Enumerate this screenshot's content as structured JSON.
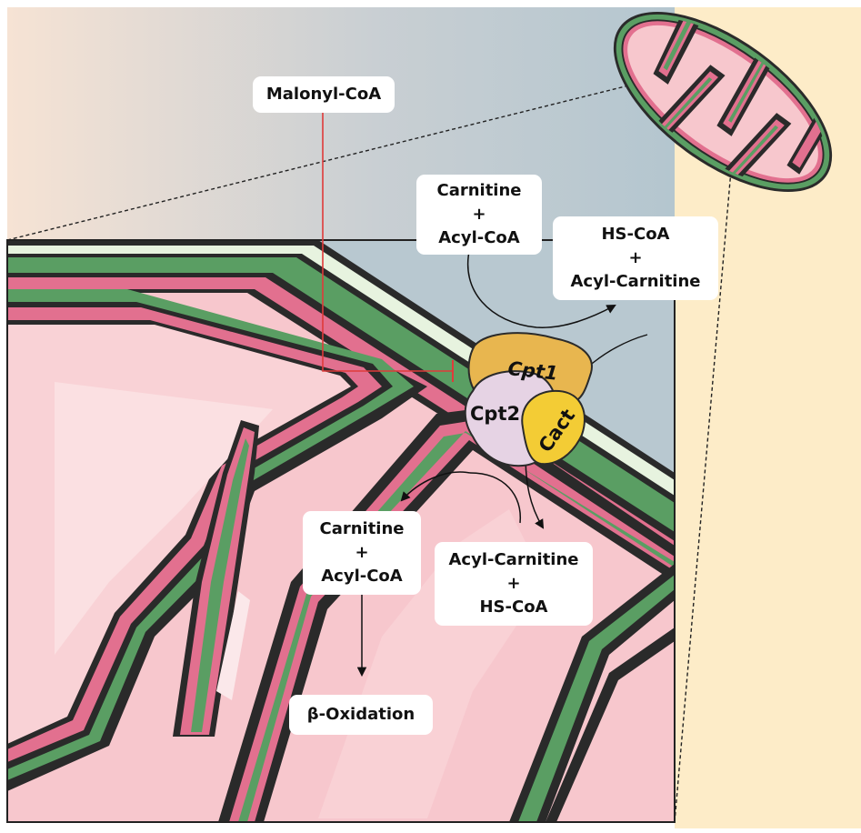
{
  "labels": {
    "malonyl": "Malonyl-CoA",
    "top_substrates": {
      "line1": "Carnitine",
      "plus": "+",
      "line2": "Acyl-CoA"
    },
    "top_products": {
      "line1": "HS-CoA",
      "plus": "+",
      "line2": "Acyl-Carnitine"
    },
    "bottom_left": {
      "line1": "Carnitine",
      "plus": "+",
      "line2": "Acyl-CoA"
    },
    "bottom_right": {
      "line1": "Acyl-Carnitine",
      "plus": "+",
      "line2": "HS-CoA"
    },
    "beta_oxidation": "β-Oxidation"
  },
  "enzymes": {
    "cpt1": "Cpt1",
    "cpt2": "Cpt2",
    "cact": "Cact"
  },
  "colors": {
    "membrane_green": "#5a9e63",
    "membrane_pink": "#e2708f",
    "matrix_pink": "#f7c7cd",
    "cytosol_blue": "#b8c8d0",
    "outside_beige": "#fdecc8",
    "cpt1_gold": "#e8b64f",
    "cpt2_lilac": "#e6d3e4",
    "cact_yellow": "#f3cc35",
    "inhibition_red": "#e03a3a"
  }
}
